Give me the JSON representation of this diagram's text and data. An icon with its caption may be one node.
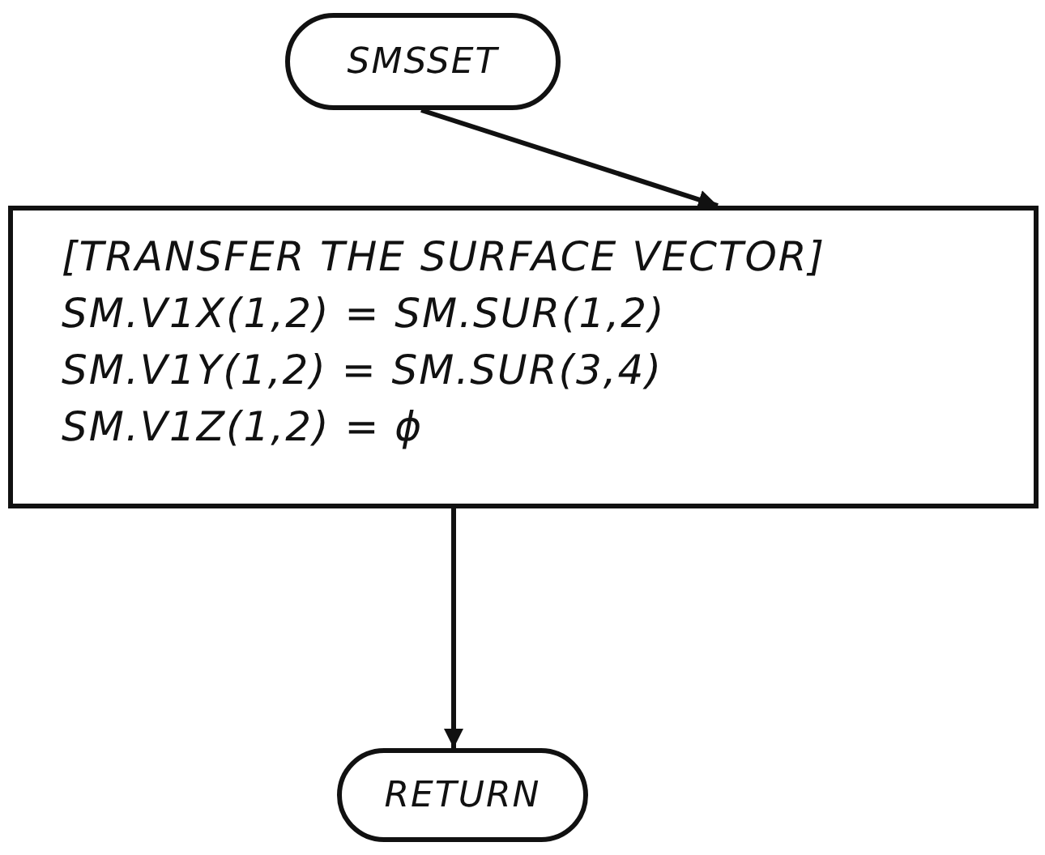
{
  "diagram": {
    "nodes": [
      {
        "text": [
          "SMSSET"
        ]
      },
      {
        "text": [
          "[TRANSFER THE SURFACE VECTOR]",
          "SM.V1X(1,2) = SM.SUR(1,2)",
          "SM.V1Y(1,2) = SM.SUR(3,4)",
          "SM.V1Z(1,2) = ϕ"
        ]
      },
      {
        "text": [
          "RETURN"
        ]
      }
    ],
    "edges": [
      {
        "from": 0,
        "to": 1,
        "arrow": "to"
      },
      {
        "from": 1,
        "to": 2,
        "arrow": "to"
      }
    ]
  }
}
